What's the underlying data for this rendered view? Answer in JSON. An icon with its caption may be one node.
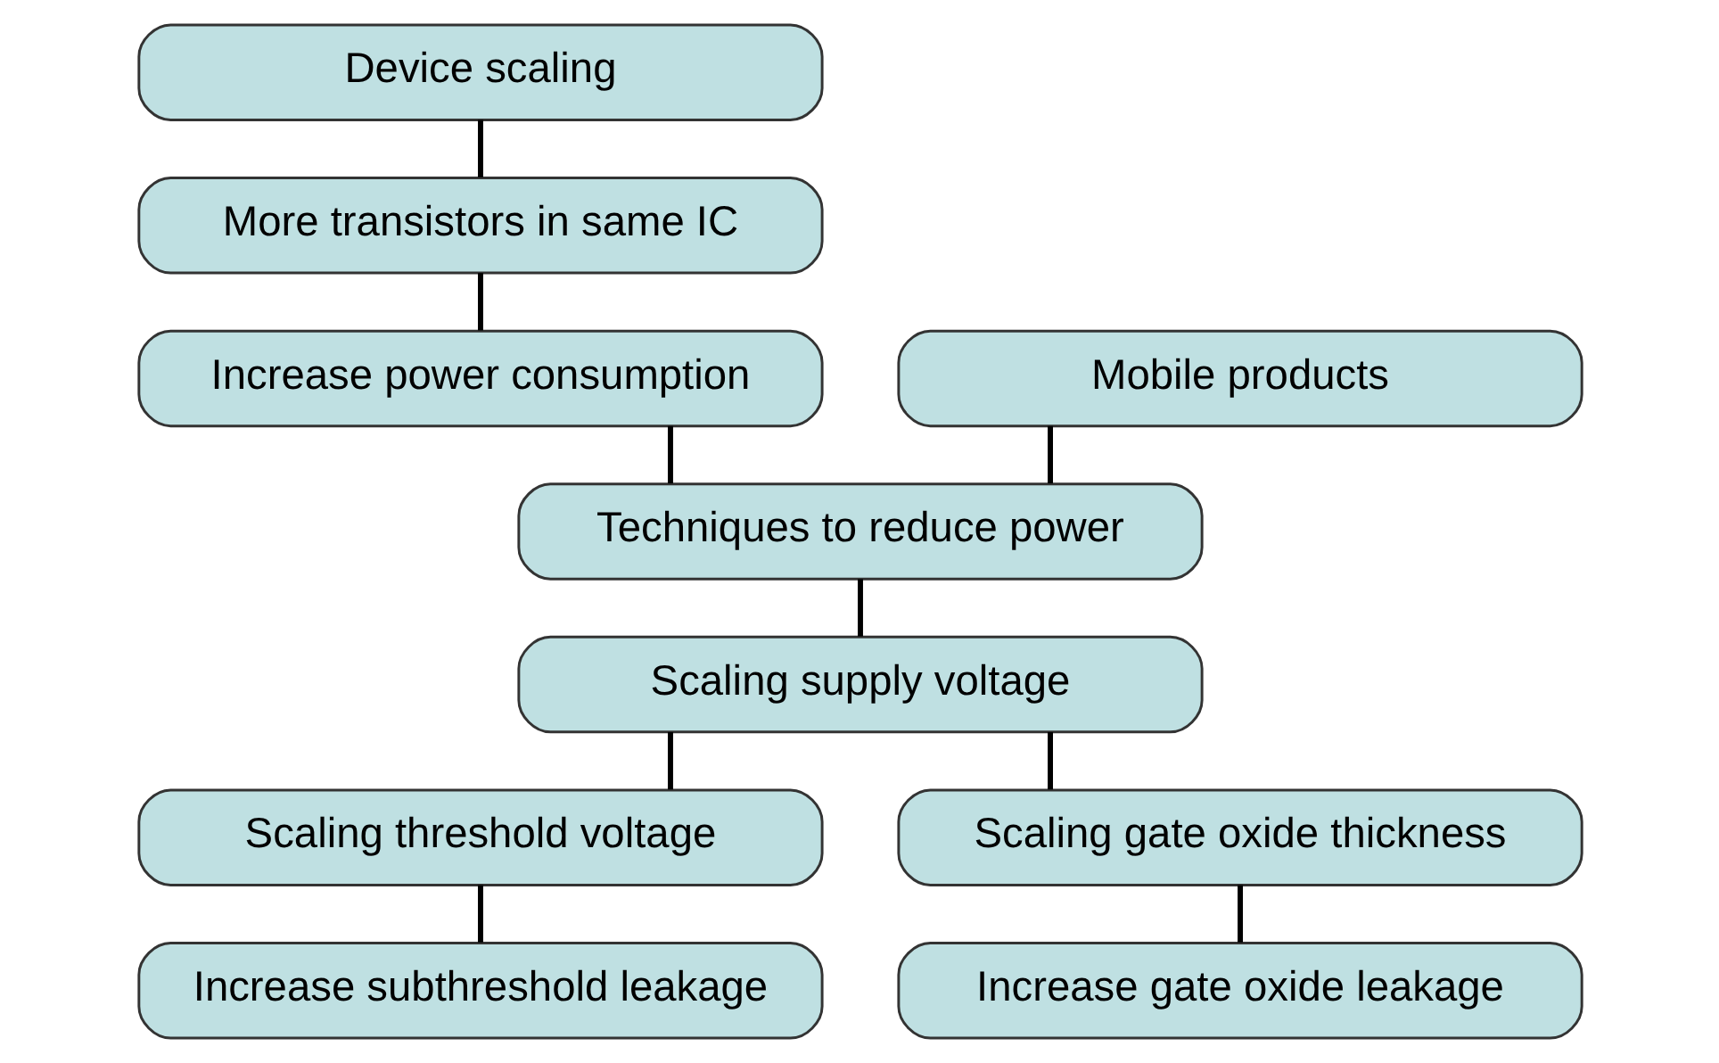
{
  "diagram": {
    "nodes": [
      {
        "text": [
          "Device scaling"
        ]
      },
      {
        "text": [
          "More transistors in same IC"
        ]
      },
      {
        "text": [
          "Increase power consumption"
        ]
      },
      {
        "text": [
          "Mobile products"
        ]
      },
      {
        "text": [
          "Techniques to reduce power"
        ]
      },
      {
        "text": [
          "Scaling supply voltage"
        ]
      },
      {
        "text": [
          "Scaling threshold voltage"
        ]
      },
      {
        "text": [
          "Scaling gate oxide thickness"
        ]
      },
      {
        "text": [
          "Increase subthreshold leakage"
        ]
      },
      {
        "text": [
          "Increase gate oxide leakage"
        ]
      }
    ],
    "edges": [
      {
        "from": 0,
        "to": 1,
        "arrow": "none"
      },
      {
        "from": 1,
        "to": 2,
        "arrow": "none"
      },
      {
        "from": 2,
        "to": 4,
        "arrow": "none"
      },
      {
        "from": 3,
        "to": 4,
        "arrow": "none"
      },
      {
        "from": 4,
        "to": 5,
        "arrow": "none"
      },
      {
        "from": 5,
        "to": 6,
        "arrow": "none"
      },
      {
        "from": 5,
        "to": 7,
        "arrow": "none"
      },
      {
        "from": 6,
        "to": 8,
        "arrow": "none"
      },
      {
        "from": 7,
        "to": 9,
        "arrow": "none"
      }
    ]
  }
}
